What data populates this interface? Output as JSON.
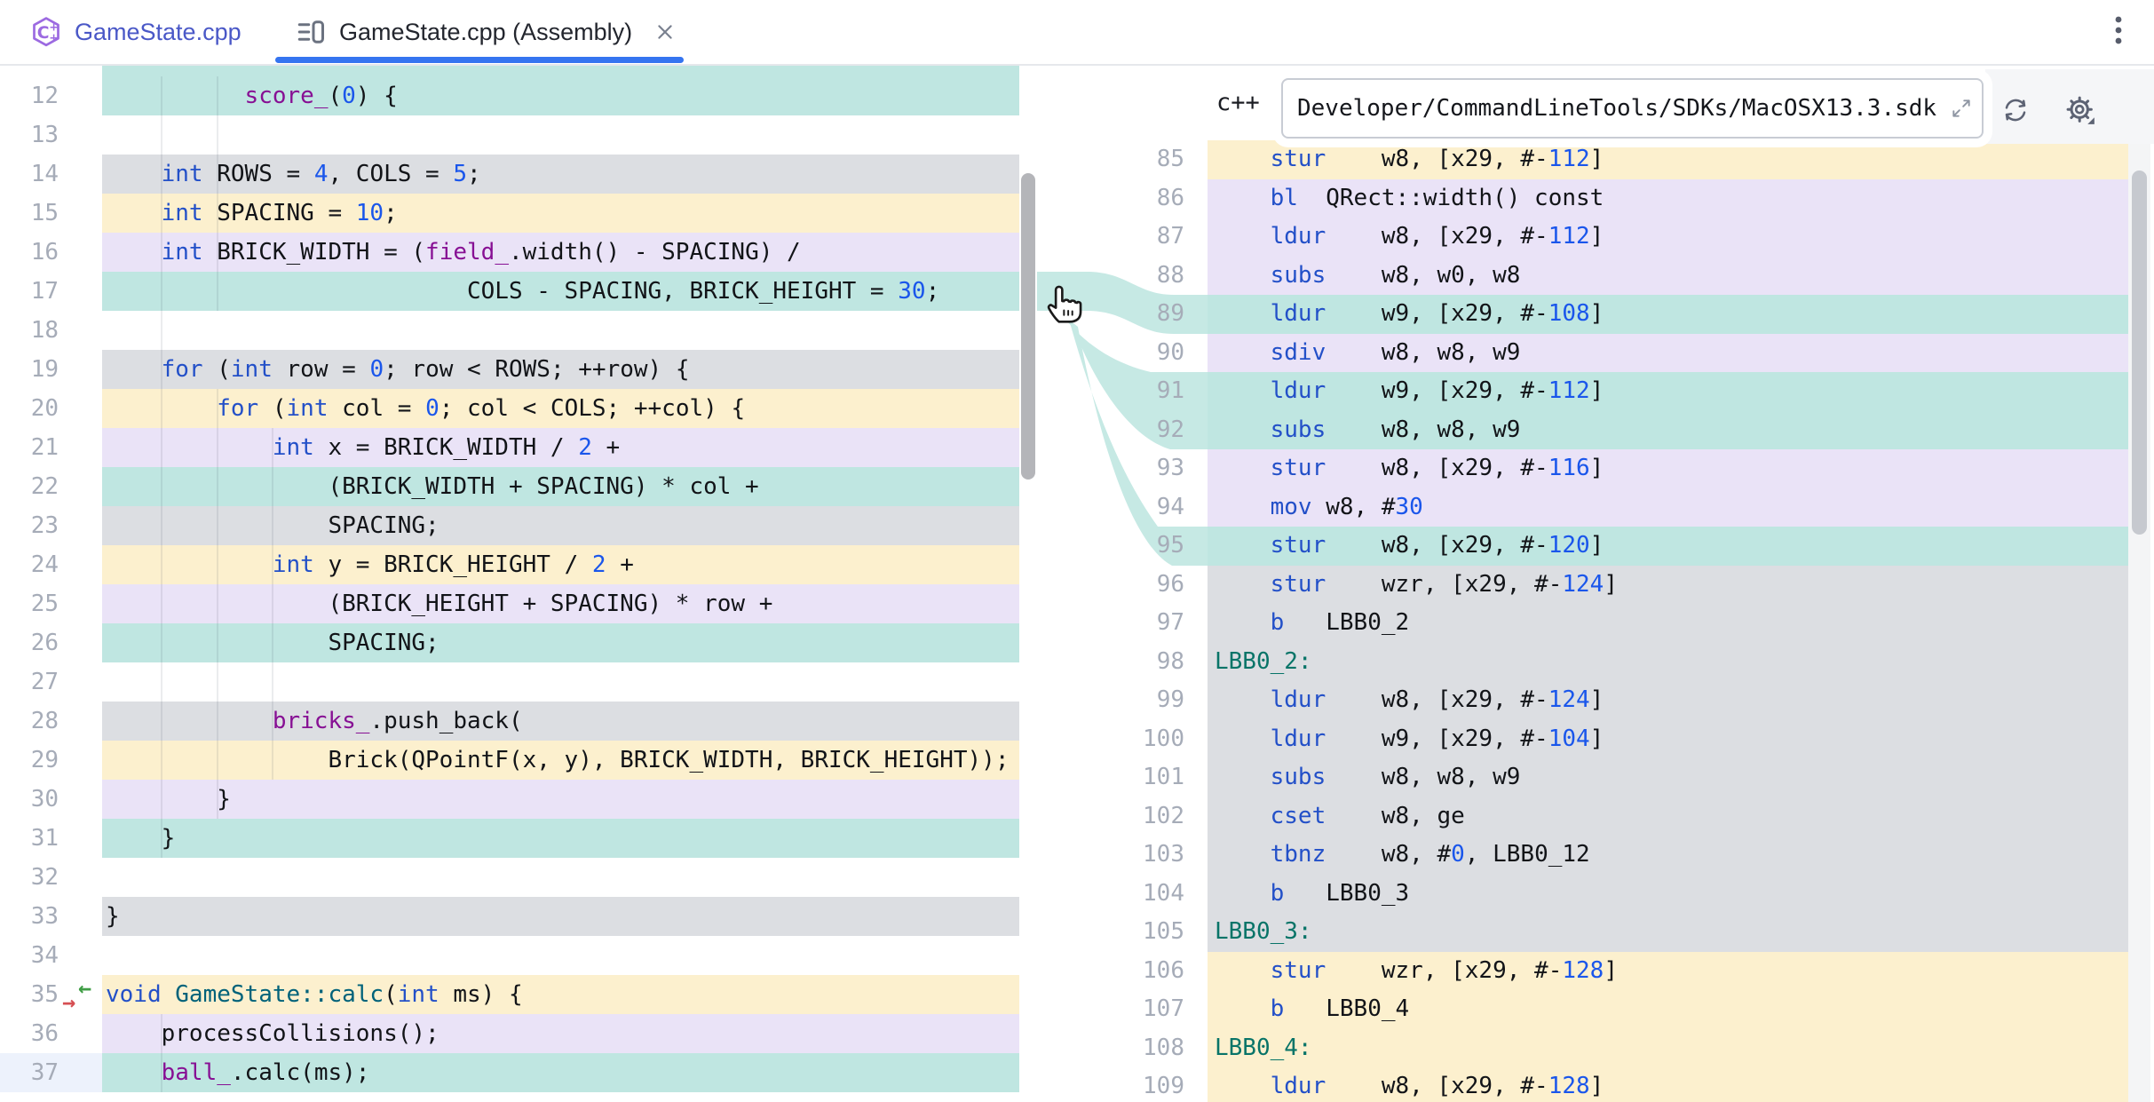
{
  "tabs": [
    {
      "label": "GameState.cpp",
      "icon": "cpp-file-icon",
      "active": false
    },
    {
      "label": "GameState.cpp (Assembly)",
      "icon": "assembly-file-icon",
      "active": true,
      "closable": true
    }
  ],
  "colors": {
    "tab_accent": "#3574f0",
    "highlight_teal": "#bfe6e1",
    "highlight_yellow": "#fcf0ce",
    "highlight_lavender": "#eae3f7",
    "highlight_gray": "#dcdee2",
    "connector_band": "#c6e9e4",
    "keyword_blue": "#2350c8",
    "number_blue": "#1a56eb",
    "member_purple": "#871094",
    "function_teal": "#00627a",
    "label_teal": "#087468",
    "line_number_gray": "#a6acb8",
    "tab1_text": "#4a58c7"
  },
  "left_editor": {
    "partial_top_highlight": "teal",
    "lines": [
      {
        "n": 12,
        "hl": "teal",
        "s": [
          [
            "pl",
            "          "
          ],
          [
            "field",
            "score_"
          ],
          [
            "pl",
            "("
          ],
          [
            "num",
            "0"
          ],
          [
            "pl",
            ") {"
          ]
        ]
      },
      {
        "n": 13,
        "hl": "none",
        "s": []
      },
      {
        "n": 14,
        "hl": "gray",
        "s": [
          [
            "pl",
            "    "
          ],
          [
            "kw",
            "int"
          ],
          [
            "pl",
            " ROWS = "
          ],
          [
            "num",
            "4"
          ],
          [
            "pl",
            ", COLS = "
          ],
          [
            "num",
            "5"
          ],
          [
            "pl",
            ";"
          ]
        ]
      },
      {
        "n": 15,
        "hl": "yellow",
        "s": [
          [
            "pl",
            "    "
          ],
          [
            "kw",
            "int"
          ],
          [
            "pl",
            " SPACING = "
          ],
          [
            "num",
            "10"
          ],
          [
            "pl",
            ";"
          ]
        ]
      },
      {
        "n": 16,
        "hl": "lavender",
        "s": [
          [
            "pl",
            "    "
          ],
          [
            "kw",
            "int"
          ],
          [
            "pl",
            " BRICK_WIDTH = ("
          ],
          [
            "field",
            "field_"
          ],
          [
            "pl",
            ".width() - SPACING) /"
          ]
        ]
      },
      {
        "n": 17,
        "hl": "teal",
        "s": [
          [
            "pl",
            "                          COLS - SPACING, BRICK_HEIGHT = "
          ],
          [
            "num",
            "30"
          ],
          [
            "pl",
            ";"
          ]
        ]
      },
      {
        "n": 18,
        "hl": "none",
        "s": []
      },
      {
        "n": 19,
        "hl": "gray",
        "s": [
          [
            "pl",
            "    "
          ],
          [
            "kw",
            "for"
          ],
          [
            "pl",
            " ("
          ],
          [
            "kw",
            "int"
          ],
          [
            "pl",
            " row = "
          ],
          [
            "num",
            "0"
          ],
          [
            "pl",
            "; row < ROWS; ++row) {"
          ]
        ]
      },
      {
        "n": 20,
        "hl": "yellow",
        "s": [
          [
            "pl",
            "        "
          ],
          [
            "kw",
            "for"
          ],
          [
            "pl",
            " ("
          ],
          [
            "kw",
            "int"
          ],
          [
            "pl",
            " col = "
          ],
          [
            "num",
            "0"
          ],
          [
            "pl",
            "; col < COLS; ++col) {"
          ]
        ]
      },
      {
        "n": 21,
        "hl": "lavender",
        "s": [
          [
            "pl",
            "            "
          ],
          [
            "kw",
            "int"
          ],
          [
            "pl",
            " x = BRICK_WIDTH / "
          ],
          [
            "num",
            "2"
          ],
          [
            "pl",
            " +"
          ]
        ]
      },
      {
        "n": 22,
        "hl": "teal",
        "s": [
          [
            "pl",
            "                (BRICK_WIDTH + SPACING) * col +"
          ]
        ]
      },
      {
        "n": 23,
        "hl": "gray",
        "s": [
          [
            "pl",
            "                SPACING;"
          ]
        ]
      },
      {
        "n": 24,
        "hl": "yellow",
        "s": [
          [
            "pl",
            "            "
          ],
          [
            "kw",
            "int"
          ],
          [
            "pl",
            " y = BRICK_HEIGHT / "
          ],
          [
            "num",
            "2"
          ],
          [
            "pl",
            " +"
          ]
        ]
      },
      {
        "n": 25,
        "hl": "lavender",
        "s": [
          [
            "pl",
            "                (BRICK_HEIGHT + SPACING) * row +"
          ]
        ]
      },
      {
        "n": 26,
        "hl": "teal",
        "s": [
          [
            "pl",
            "                SPACING;"
          ]
        ]
      },
      {
        "n": 27,
        "hl": "none",
        "s": []
      },
      {
        "n": 28,
        "hl": "gray",
        "s": [
          [
            "pl",
            "            "
          ],
          [
            "field",
            "bricks_"
          ],
          [
            "pl",
            ".push_back("
          ]
        ]
      },
      {
        "n": 29,
        "hl": "yellow",
        "s": [
          [
            "pl",
            "                Brick(QPointF(x, y), BRICK_WIDTH, BRICK_HEIGHT));"
          ]
        ]
      },
      {
        "n": 30,
        "hl": "lavender",
        "s": [
          [
            "pl",
            "        }"
          ]
        ]
      },
      {
        "n": 31,
        "hl": "teal",
        "s": [
          [
            "pl",
            "    }"
          ]
        ]
      },
      {
        "n": 32,
        "hl": "none",
        "s": []
      },
      {
        "n": 33,
        "hl": "gray",
        "s": [
          [
            "pl",
            "}"
          ]
        ]
      },
      {
        "n": 34,
        "hl": "none",
        "s": []
      },
      {
        "n": 35,
        "hl": "yellow",
        "markers": true,
        "s": [
          [
            "kw",
            "void"
          ],
          [
            "pl",
            " "
          ],
          [
            "fn",
            "GameState::calc"
          ],
          [
            "pl",
            "("
          ],
          [
            "kw",
            "int"
          ],
          [
            "pl",
            " ms) {"
          ]
        ]
      },
      {
        "n": 36,
        "hl": "lavender",
        "s": [
          [
            "pl",
            "    processCollisions();"
          ]
        ]
      },
      {
        "n": 37,
        "hl": "teal",
        "current": true,
        "s": [
          [
            "pl",
            "    "
          ],
          [
            "field",
            "ball_"
          ],
          [
            "pl",
            ".calc(ms);"
          ]
        ]
      }
    ]
  },
  "assembly_editor": {
    "language_label": "c++",
    "sdk_path": "Developer/CommandLineTools/SDKs/MacOSX13.3.sdk",
    "lines": [
      {
        "n": 85,
        "hl": "yellow",
        "s": [
          [
            "pl",
            "    "
          ],
          [
            "op",
            "stur"
          ],
          [
            "pl",
            "    w8, [x29, #-"
          ],
          [
            "num",
            "112"
          ],
          [
            "pl",
            "]"
          ]
        ]
      },
      {
        "n": 86,
        "hl": "lavender",
        "s": [
          [
            "pl",
            "    "
          ],
          [
            "op",
            "bl"
          ],
          [
            "pl",
            "  QRect::width() const"
          ]
        ]
      },
      {
        "n": 87,
        "hl": "lavender",
        "s": [
          [
            "pl",
            "    "
          ],
          [
            "op",
            "ldur"
          ],
          [
            "pl",
            "    w8, [x29, #-"
          ],
          [
            "num",
            "112"
          ],
          [
            "pl",
            "]"
          ]
        ]
      },
      {
        "n": 88,
        "hl": "lavender",
        "s": [
          [
            "pl",
            "    "
          ],
          [
            "op",
            "subs"
          ],
          [
            "pl",
            "    w8, w0, w8"
          ]
        ]
      },
      {
        "n": 89,
        "hl": "teal",
        "s": [
          [
            "pl",
            "    "
          ],
          [
            "op",
            "ldur"
          ],
          [
            "pl",
            "    w9, [x29, #-"
          ],
          [
            "num",
            "108"
          ],
          [
            "pl",
            "]"
          ]
        ]
      },
      {
        "n": 90,
        "hl": "lavender",
        "s": [
          [
            "pl",
            "    "
          ],
          [
            "op",
            "sdiv"
          ],
          [
            "pl",
            "    w8, w8, w9"
          ]
        ]
      },
      {
        "n": 91,
        "hl": "teal",
        "s": [
          [
            "pl",
            "    "
          ],
          [
            "op",
            "ldur"
          ],
          [
            "pl",
            "    w9, [x29, #-"
          ],
          [
            "num",
            "112"
          ],
          [
            "pl",
            "]"
          ]
        ]
      },
      {
        "n": 92,
        "hl": "teal",
        "s": [
          [
            "pl",
            "    "
          ],
          [
            "op",
            "subs"
          ],
          [
            "pl",
            "    w8, w8, w9"
          ]
        ]
      },
      {
        "n": 93,
        "hl": "lavender",
        "s": [
          [
            "pl",
            "    "
          ],
          [
            "op",
            "stur"
          ],
          [
            "pl",
            "    w8, [x29, #-"
          ],
          [
            "num",
            "116"
          ],
          [
            "pl",
            "]"
          ]
        ]
      },
      {
        "n": 94,
        "hl": "lavender",
        "s": [
          [
            "pl",
            "    "
          ],
          [
            "op",
            "mov"
          ],
          [
            "pl",
            " w8, #"
          ],
          [
            "num",
            "30"
          ]
        ]
      },
      {
        "n": 95,
        "hl": "teal",
        "s": [
          [
            "pl",
            "    "
          ],
          [
            "op",
            "stur"
          ],
          [
            "pl",
            "    w8, [x29, #-"
          ],
          [
            "num",
            "120"
          ],
          [
            "pl",
            "]"
          ]
        ]
      },
      {
        "n": 96,
        "hl": "gray",
        "s": [
          [
            "pl",
            "    "
          ],
          [
            "op",
            "stur"
          ],
          [
            "pl",
            "    wzr, [x29, #-"
          ],
          [
            "num",
            "124"
          ],
          [
            "pl",
            "]"
          ]
        ]
      },
      {
        "n": 97,
        "hl": "gray",
        "s": [
          [
            "pl",
            "    "
          ],
          [
            "op",
            "b"
          ],
          [
            "pl",
            "   LBB0_2"
          ]
        ]
      },
      {
        "n": 98,
        "hl": "gray",
        "s": [
          [
            "lbl",
            "LBB0_2:"
          ]
        ]
      },
      {
        "n": 99,
        "hl": "gray",
        "s": [
          [
            "pl",
            "    "
          ],
          [
            "op",
            "ldur"
          ],
          [
            "pl",
            "    w8, [x29, #-"
          ],
          [
            "num",
            "124"
          ],
          [
            "pl",
            "]"
          ]
        ]
      },
      {
        "n": 100,
        "hl": "gray",
        "s": [
          [
            "pl",
            "    "
          ],
          [
            "op",
            "ldur"
          ],
          [
            "pl",
            "    w9, [x29, #-"
          ],
          [
            "num",
            "104"
          ],
          [
            "pl",
            "]"
          ]
        ]
      },
      {
        "n": 101,
        "hl": "gray",
        "s": [
          [
            "pl",
            "    "
          ],
          [
            "op",
            "subs"
          ],
          [
            "pl",
            "    w8, w8, w9"
          ]
        ]
      },
      {
        "n": 102,
        "hl": "gray",
        "s": [
          [
            "pl",
            "    "
          ],
          [
            "op",
            "cset"
          ],
          [
            "pl",
            "    w8, ge"
          ]
        ]
      },
      {
        "n": 103,
        "hl": "gray",
        "s": [
          [
            "pl",
            "    "
          ],
          [
            "op",
            "tbnz"
          ],
          [
            "pl",
            "    w8, #"
          ],
          [
            "num",
            "0"
          ],
          [
            "pl",
            ", LBB0_12"
          ]
        ]
      },
      {
        "n": 104,
        "hl": "gray",
        "s": [
          [
            "pl",
            "    "
          ],
          [
            "op",
            "b"
          ],
          [
            "pl",
            "   LBB0_3"
          ]
        ]
      },
      {
        "n": 105,
        "hl": "gray",
        "s": [
          [
            "lbl",
            "LBB0_3:"
          ]
        ]
      },
      {
        "n": 106,
        "hl": "yellow",
        "s": [
          [
            "pl",
            "    "
          ],
          [
            "op",
            "stur"
          ],
          [
            "pl",
            "    wzr, [x29, #-"
          ],
          [
            "num",
            "128"
          ],
          [
            "pl",
            "]"
          ]
        ]
      },
      {
        "n": 107,
        "hl": "yellow",
        "s": [
          [
            "pl",
            "    "
          ],
          [
            "op",
            "b"
          ],
          [
            "pl",
            "   LBB0_4"
          ]
        ]
      },
      {
        "n": 108,
        "hl": "yellow",
        "s": [
          [
            "lbl",
            "LBB0_4:"
          ]
        ]
      },
      {
        "n": 109,
        "hl": "yellow",
        "s": [
          [
            "pl",
            "    "
          ],
          [
            "op",
            "ldur"
          ],
          [
            "pl",
            "    w8, [x29, #-"
          ],
          [
            "num",
            "128"
          ],
          [
            "pl",
            "]"
          ]
        ]
      }
    ]
  }
}
